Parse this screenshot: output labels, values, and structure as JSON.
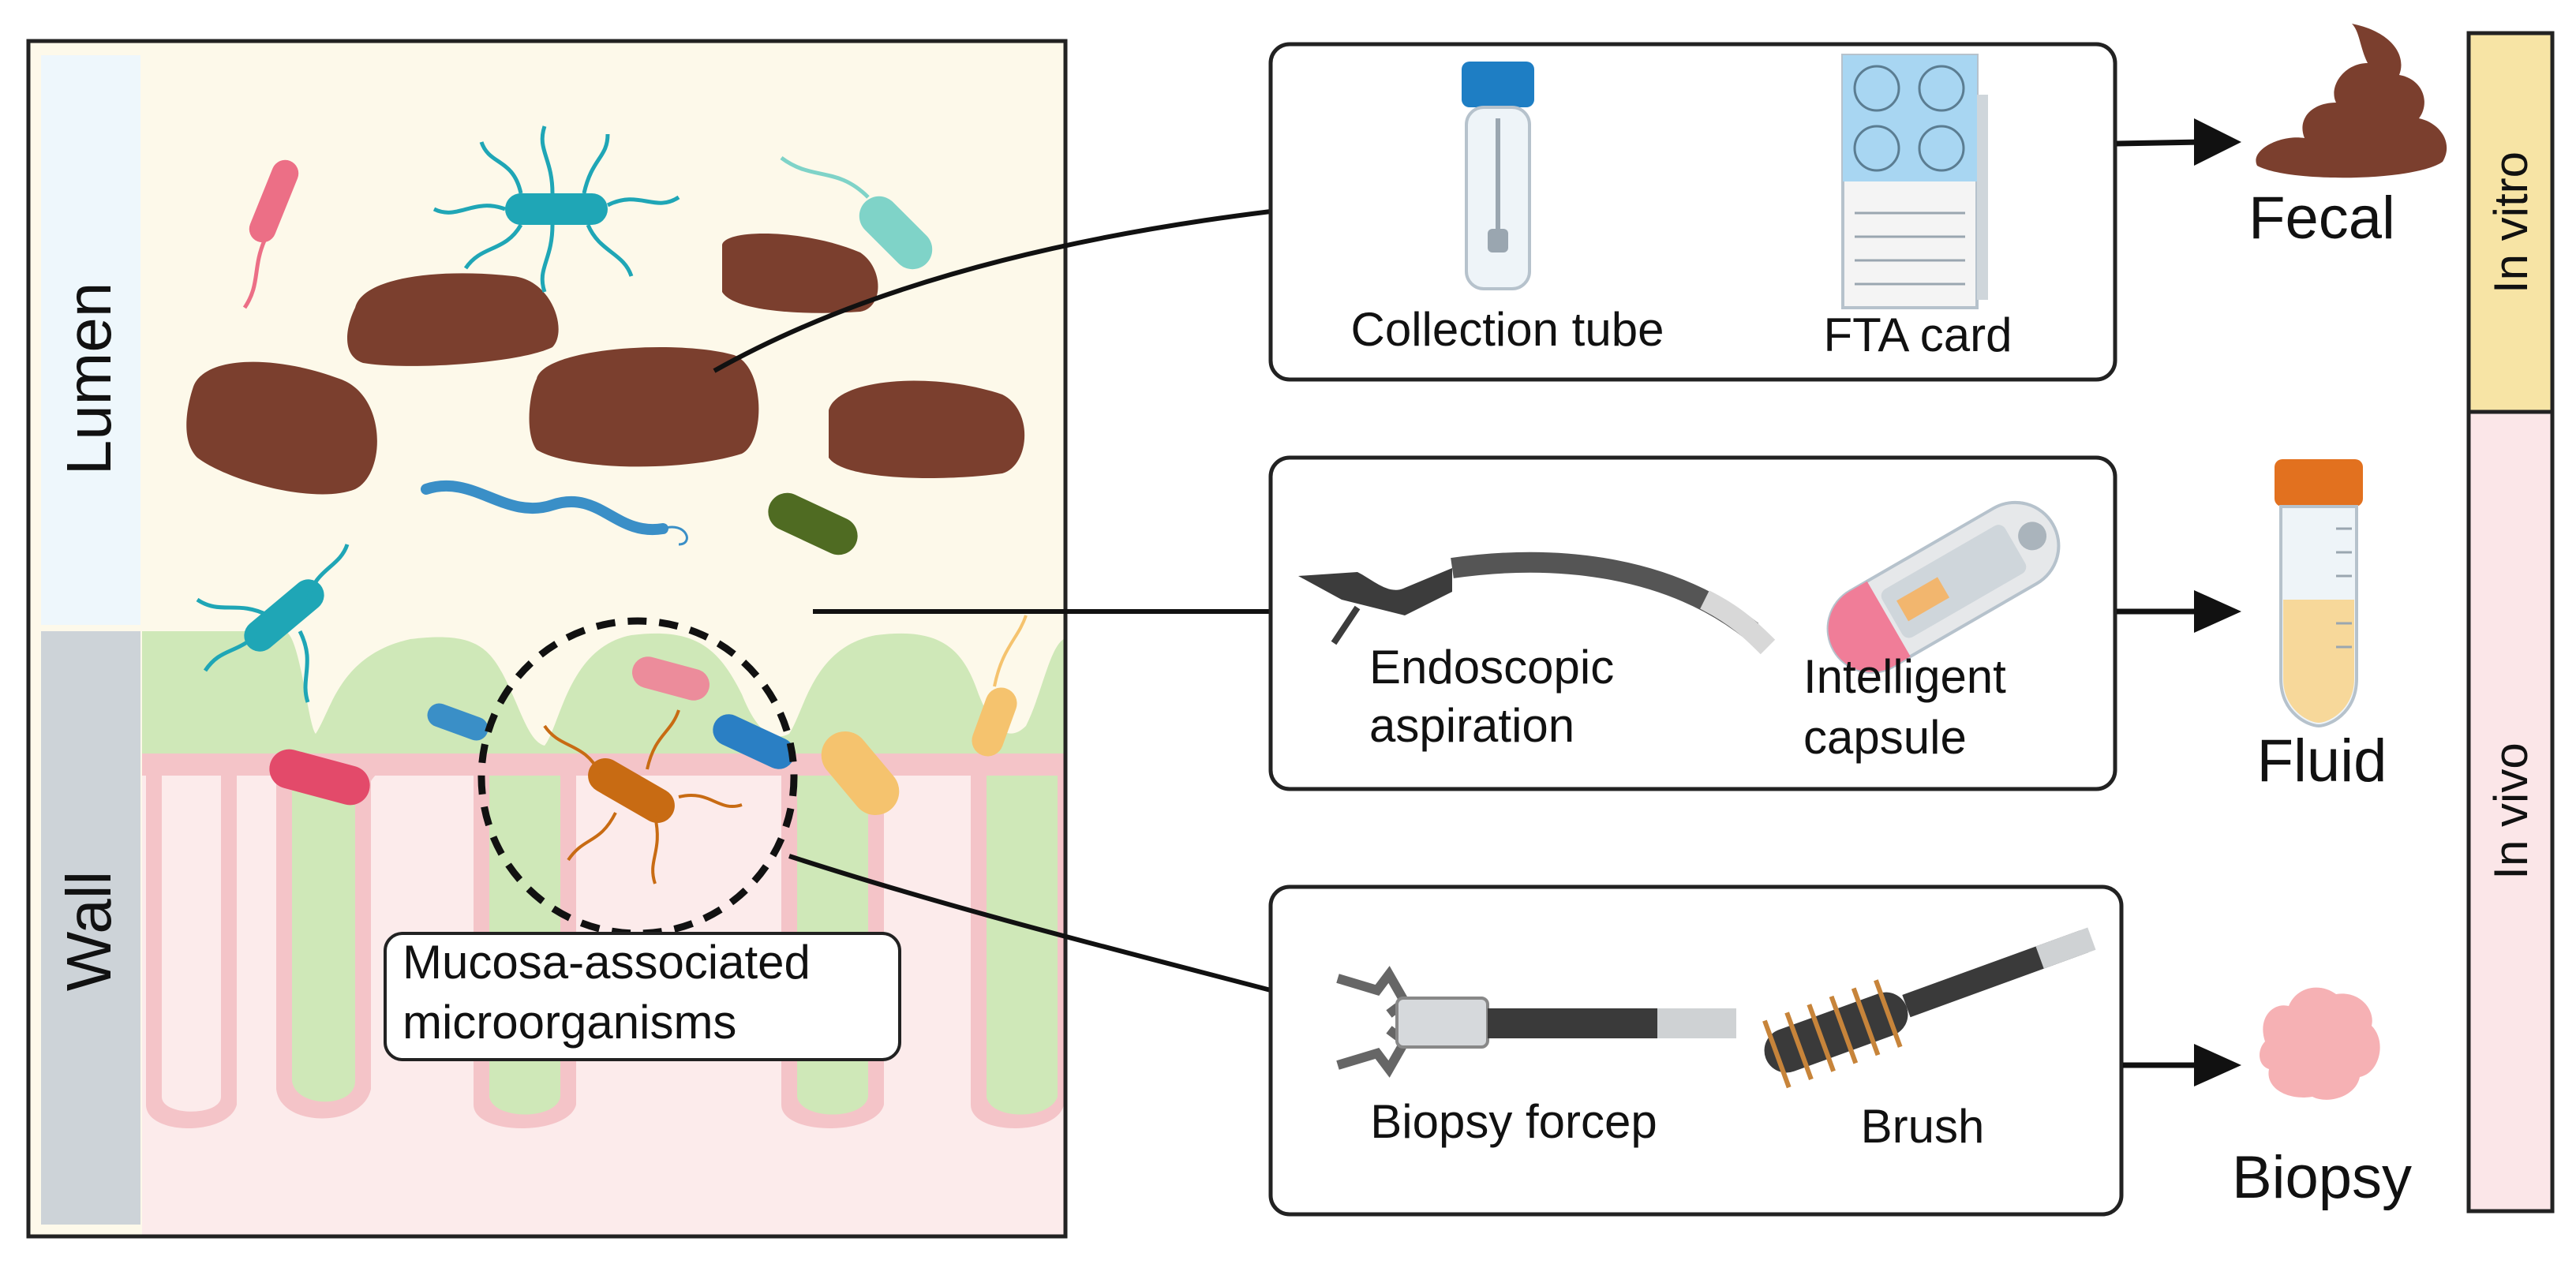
{
  "side_labels": {
    "lumen": "Lumen",
    "wall": "Wall"
  },
  "callout": {
    "line1": "Mucosa-associated",
    "line2": "microorganisms"
  },
  "boxes": {
    "top": {
      "left": "Collection tube",
      "right": "FTA card"
    },
    "middle": {
      "left_1": "Endoscopic",
      "left_2": "aspiration",
      "right_1": "Intelligent",
      "right_2": "capsule"
    },
    "bottom": {
      "left": "Biopsy forcep",
      "right": "Brush"
    }
  },
  "samples": {
    "fecal": "Fecal",
    "fluid": "Fluid",
    "biopsy": "Biopsy"
  },
  "context": {
    "in_vitro": "In vitro",
    "in_vivo": "In vivo"
  },
  "colors": {
    "lumen_bg": "#fdf9ea",
    "wall_bg": "#fcebeb",
    "mucus_green": "#cfe8b8",
    "stool_brown": "#7b3f2e",
    "in_vitro_band": "#f7e4a5",
    "in_vivo_band": "#fbe6e8",
    "lumen_strip": "#eef7fc",
    "wall_strip": "#cdd3d8"
  }
}
